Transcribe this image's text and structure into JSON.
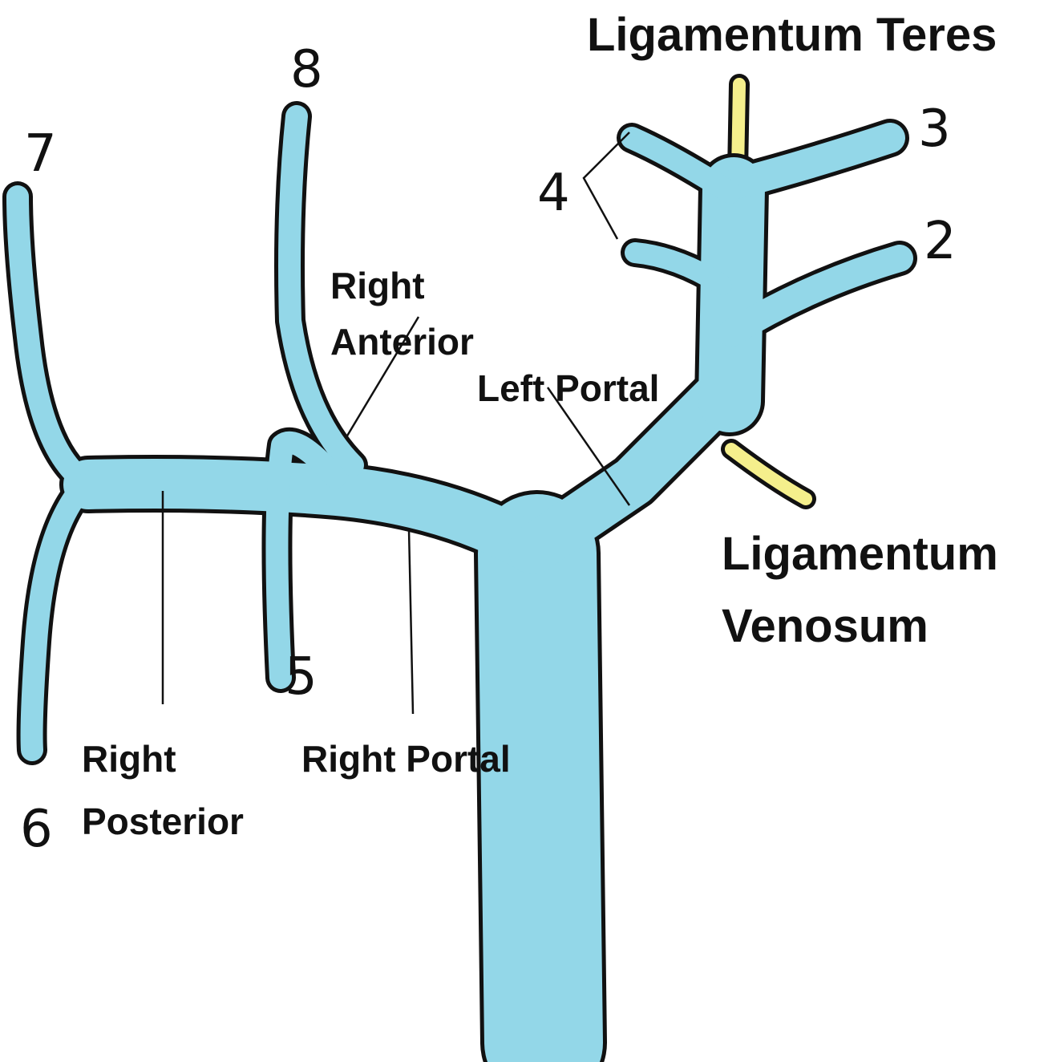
{
  "colors": {
    "vessel_fill": "#93d7e8",
    "vessel_outline": "#111111",
    "ligament_fill": "#f5ef8c"
  },
  "labels": {
    "ligamentum_teres": "Ligamentum Teres",
    "ligamentum_venosum_line1": "Ligamentum",
    "ligamentum_venosum_line2": "Venosum",
    "right_anterior_line1": "Right",
    "right_anterior_line2": "Anterior",
    "left_portal": "Left Portal",
    "right_portal": "Right Portal",
    "right_posterior_line1": "Right",
    "right_posterior_line2": "Posterior"
  },
  "segments": {
    "s2": "2",
    "s3": "3",
    "s4": "4",
    "s5": "5",
    "s6": "6",
    "s7": "7",
    "s8": "8"
  }
}
